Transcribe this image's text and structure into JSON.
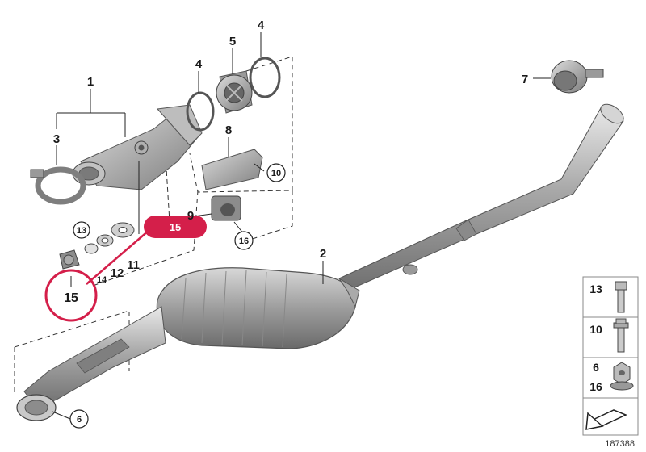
{
  "diagram_id": "187388",
  "highlight": {
    "callout_label": "15",
    "badge_label": "15",
    "color": "#d41f4a"
  },
  "callouts": {
    "c1": "1",
    "c2": "2",
    "c3": "3",
    "c4a": "4",
    "c4b": "4",
    "c5": "5",
    "c7": "7",
    "c8": "8",
    "c9": "9",
    "c10": "10",
    "c11": "11",
    "c12": "12",
    "c13": "13",
    "c14": "14",
    "c16": "16",
    "c6": "6"
  },
  "legend": {
    "r1": "13",
    "r2": "10",
    "r3a": "6",
    "r3b": "16"
  }
}
